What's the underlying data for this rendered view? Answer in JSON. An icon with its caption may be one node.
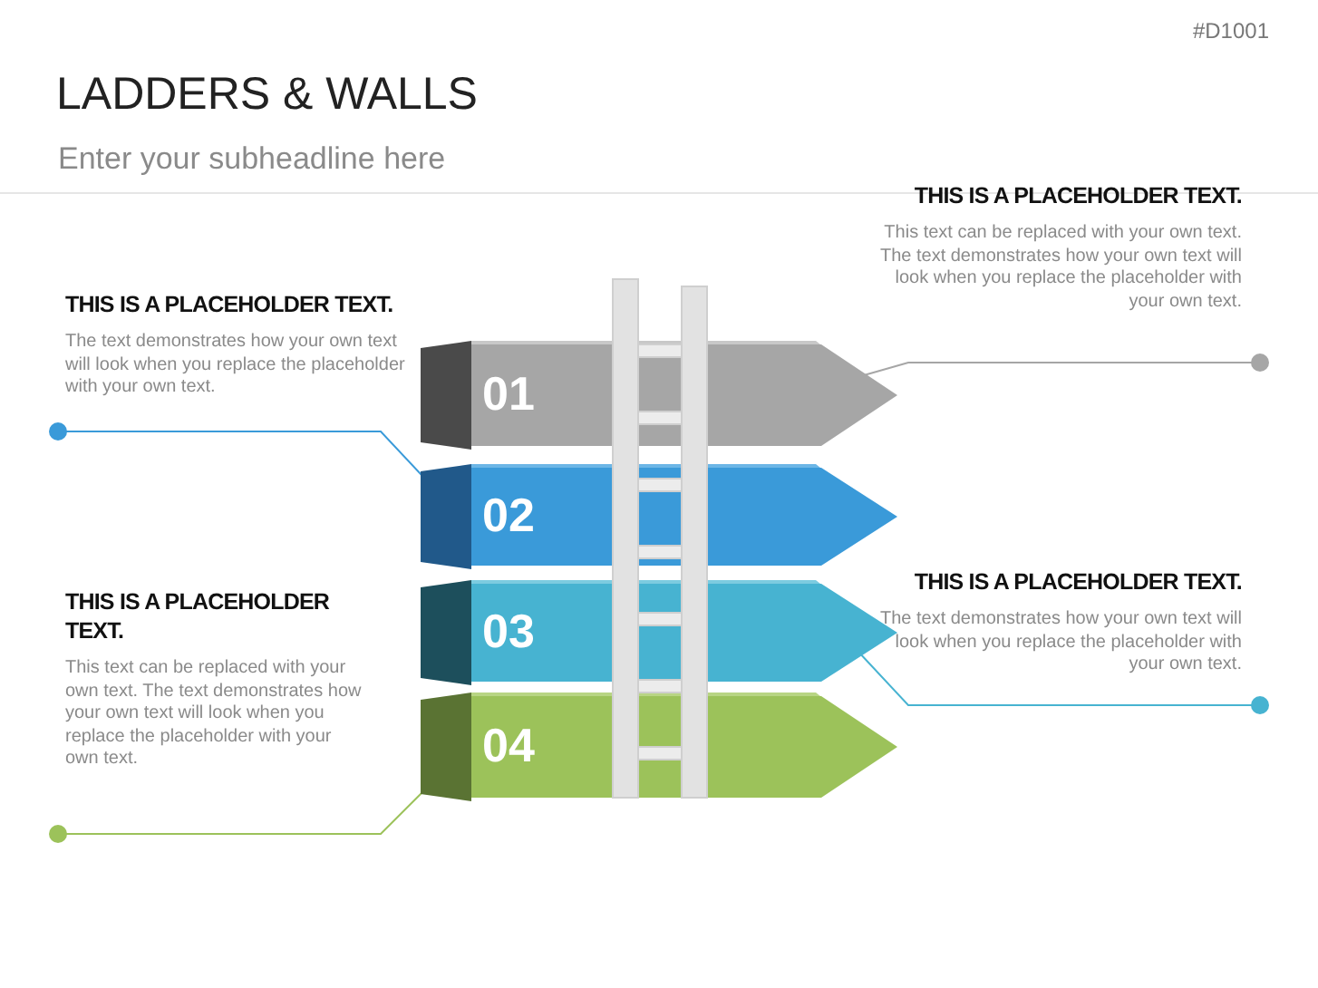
{
  "diagram": {
    "title": "LADDERS & WALLS",
    "nodes": [
      {
        "text": [
          "THIS IS A PLACEHOLDER TEXT.",
          "This text can be replaced with your own text. The text demonstrates how your own text will look when you replace the placeholder with your own text."
        ]
      },
      {
        "text": [
          "THIS IS A PLACEHOLDER TEXT.",
          "The text demonstrates how your own text will look when you replace the placeholder with your own text."
        ]
      },
      {
        "text": [
          "01"
        ]
      },
      {
        "text": [
          "02"
        ]
      },
      {
        "text": [
          "03"
        ]
      },
      {
        "text": [
          "04"
        ]
      },
      {
        "text": [
          "THIS IS A PLACEHOLDER TEXT.",
          "This text can be replaced with your own text. The text demonstrates how your own text will look when you replace the placeholder with your own text."
        ]
      },
      {
        "text": [
          "THIS IS A PLACEHOLDER TEXT.",
          "The text demonstrates how your own text will look when you replace the placeholder with your own text."
        ]
      }
    ],
    "edges": [
      {
        "from": 0,
        "to": 2,
        "arrow": "other",
        "color": "#a6a6a6"
      },
      {
        "from": 1,
        "to": 3,
        "arrow": "other",
        "color": "#3a9ad9"
      },
      {
        "from": 7,
        "to": 4,
        "arrow": "other",
        "color": "#47b3d1"
      },
      {
        "from": 6,
        "to": 5,
        "arrow": "other",
        "color": "#9cc25a"
      }
    ],
    "labels": [
      "#D1001",
      "Enter your subheadline here"
    ]
  }
}
